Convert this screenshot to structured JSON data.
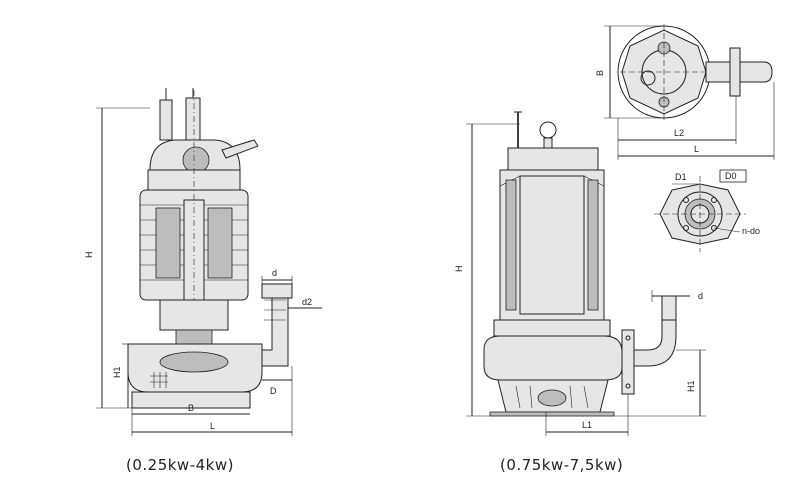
{
  "left_drawing": {
    "caption": "(0.25kw-4kw)",
    "dims": {
      "H": "H",
      "H1": "H1",
      "B": "B",
      "L": "L",
      "D": "D",
      "d": "d",
      "d2": "d2"
    }
  },
  "right_drawing": {
    "caption": "(0.75kw-7,5kw)",
    "dims": {
      "H": "H",
      "H1": "H1",
      "L1": "L1",
      "d": "d"
    }
  },
  "top_view": {
    "dims": {
      "B": "B",
      "L2": "L2",
      "L": "L"
    }
  },
  "flange_view": {
    "dims": {
      "D1": "D1",
      "D0": "D0",
      "n_do": "n-do"
    }
  }
}
